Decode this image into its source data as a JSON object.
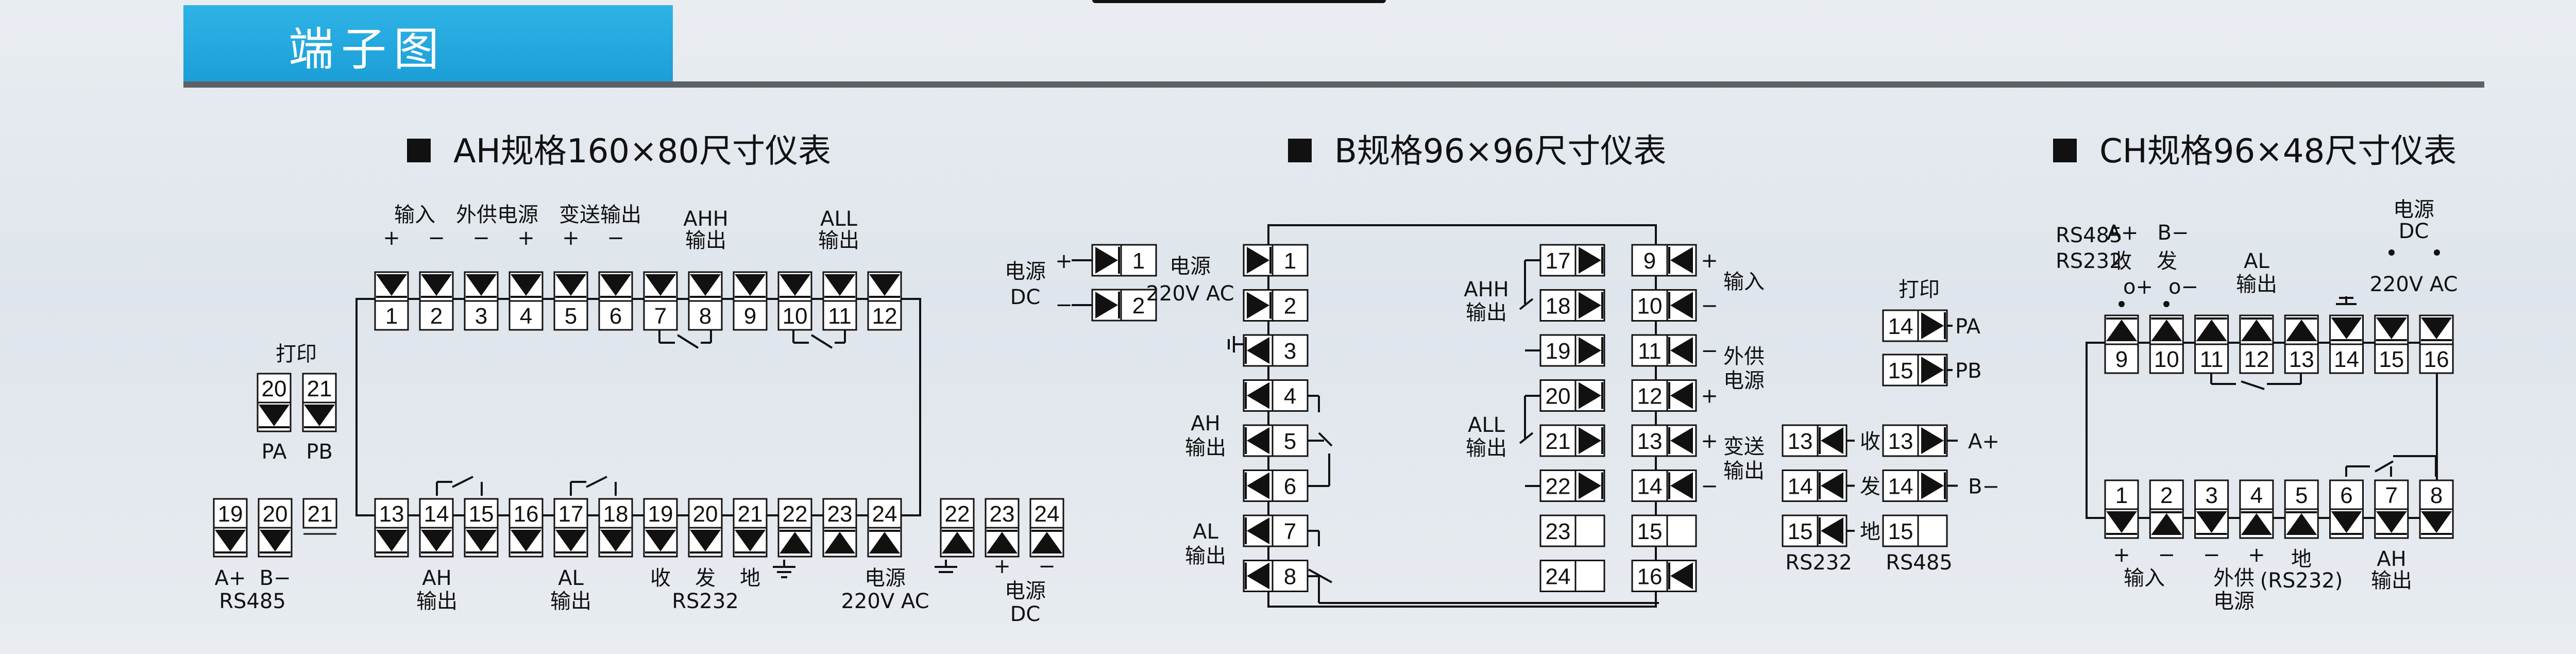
{
  "header": {
    "title": "端子图"
  },
  "sections": [
    {
      "title": "AH规格160×80尺寸仪表",
      "top_terms": [
        "1",
        "2",
        "3",
        "4",
        "5",
        "6",
        "7",
        "8",
        "9",
        "10",
        "11",
        "12"
      ],
      "bottom_terms": [
        "13",
        "14",
        "15",
        "16",
        "17",
        "18",
        "19",
        "20",
        "21",
        "22",
        "23",
        "24"
      ],
      "top_labels": [
        "输入",
        "外供电源",
        "变送输出",
        "AHH",
        "输出",
        "ALL",
        "输出"
      ],
      "top_signs": [
        "+",
        "−",
        "−",
        "+",
        "+",
        "−"
      ],
      "bottom_labels": [
        "AH",
        "输出",
        "AL",
        "输出",
        "收",
        "发",
        "地",
        "RS232",
        "电源",
        "220V AC"
      ],
      "print_block": {
        "title": "打印",
        "terms": [
          "20",
          "21"
        ],
        "labels": [
          "PA",
          "PB"
        ]
      },
      "rs485_block": {
        "terms": [
          "19",
          "20",
          "21"
        ],
        "labels": [
          "A+",
          "B−"
        ],
        "name": "RS485"
      },
      "dc_block": {
        "terms": [
          "22",
          "23",
          "24"
        ],
        "signs": [
          "+",
          "−"
        ],
        "labels": [
          "电源",
          "DC"
        ]
      },
      "side_dc": {
        "terms": [
          "1",
          "2"
        ],
        "signs": [
          "+",
          "−"
        ],
        "labels": [
          "电源",
          "DC"
        ]
      }
    },
    {
      "title": "B规格96×96尺寸仪表",
      "left_terms": [
        "1",
        "2",
        "3",
        "4",
        "5",
        "6",
        "7",
        "8"
      ],
      "mid_terms": [
        "17",
        "18",
        "19",
        "20",
        "21",
        "22",
        "23",
        "24"
      ],
      "right_terms": [
        "9",
        "10",
        "11",
        "12",
        "13",
        "14",
        "15",
        "16"
      ],
      "left_labels": [
        "电源",
        "220V AC",
        "AH",
        "输出",
        "AL",
        "输出"
      ],
      "mid_labels": [
        "AHH",
        "输出",
        "ALL",
        "输出"
      ],
      "right_labels": [
        "输入",
        "外供",
        "电源",
        "变送",
        "输出"
      ],
      "right_signs": [
        "+",
        "−",
        "−",
        "+",
        "+",
        "−"
      ],
      "rs232_block": {
        "terms": [
          "13",
          "14",
          "15"
        ],
        "labels": [
          "收",
          "发",
          "地"
        ],
        "name": "RS232"
      },
      "rs485_block": {
        "terms": [
          "13",
          "14",
          "15"
        ],
        "labels": [
          "A+",
          "B−"
        ],
        "name": "RS485"
      },
      "print_block": {
        "title": "打印",
        "terms": [
          "14",
          "15"
        ],
        "labels": [
          "PA",
          "PB"
        ]
      }
    },
    {
      "title": "CH规格96×48尺寸仪表",
      "top_terms": [
        "9",
        "10",
        "11",
        "12",
        "13",
        "14",
        "15",
        "16"
      ],
      "bottom_terms": [
        "1",
        "2",
        "3",
        "4",
        "5",
        "6",
        "7",
        "8"
      ],
      "top_labels": [
        "RS485",
        "RS232",
        "A+",
        "B−",
        "收",
        "发",
        "AL",
        "输出",
        "电源",
        "DC",
        "220V AC"
      ],
      "top_signs": [
        "o+",
        "o−"
      ],
      "bottom_labels": [
        "输入",
        "外供",
        "电源",
        "地",
        "(RS232)",
        "AH",
        "输出"
      ],
      "bottom_signs": [
        "+",
        "−",
        "−",
        "+"
      ]
    }
  ],
  "colors": {
    "accent": "#1ea6dc",
    "rule": "#5c6166",
    "ink": "#111111"
  }
}
